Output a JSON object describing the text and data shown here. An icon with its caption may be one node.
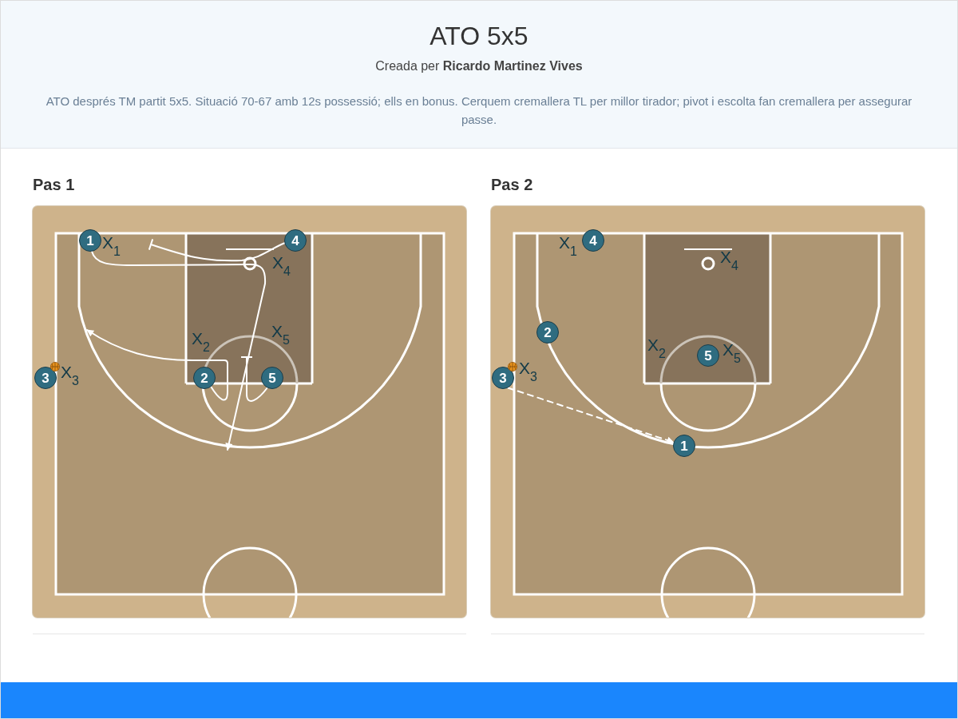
{
  "diagram": {
    "title": "ATO 5x5",
    "nodes": [
      {
        "text": [
          "Pas 1"
        ]
      },
      {
        "text": [
          "1"
        ],
        "in": 0
      },
      {
        "text": [
          "4"
        ],
        "in": 0
      },
      {
        "text": [
          "3"
        ],
        "in": 0
      },
      {
        "text": [
          "2"
        ],
        "in": 0
      },
      {
        "text": [
          "5"
        ],
        "in": 0
      },
      {
        "text": [
          "Pas 2"
        ]
      },
      {
        "text": [
          "4"
        ],
        "in": 6
      },
      {
        "text": [
          "2"
        ],
        "in": 6
      },
      {
        "text": [
          "5"
        ],
        "in": 6
      },
      {
        "text": [
          "3"
        ],
        "in": 6
      },
      {
        "text": [
          "1"
        ],
        "in": 6
      }
    ],
    "edges": [
      {
        "from": 1,
        "to": null,
        "arrow": "to"
      },
      {
        "from": 2,
        "to": null,
        "arrow": "other"
      },
      {
        "from": 4,
        "to": null,
        "arrow": "to"
      },
      {
        "from": 5,
        "to": null,
        "arrow": "other"
      },
      {
        "from": 10,
        "to": 11,
        "arrow": "to",
        "style": "dashed"
      }
    ],
    "labels": [
      "Creada per **Ricardo Martinez Vives**",
      "ATO després TM partit 5x5. Situació 70-67 amb 12s possessió; ells en bonus. Cerquem cremallera TL per millor tirador; pivot i escolta fan cremallera per assegurar passe.",
      "X$_{1}$",
      "X$_{4}$",
      "X$_{2}$",
      "X$_{5}$",
      "X$_{3}$",
      "X$_{1}$",
      "X$_{4}$",
      "X$_{2}$",
      "X$_{5}$",
      "X$_{3}$"
    ]
  }
}
